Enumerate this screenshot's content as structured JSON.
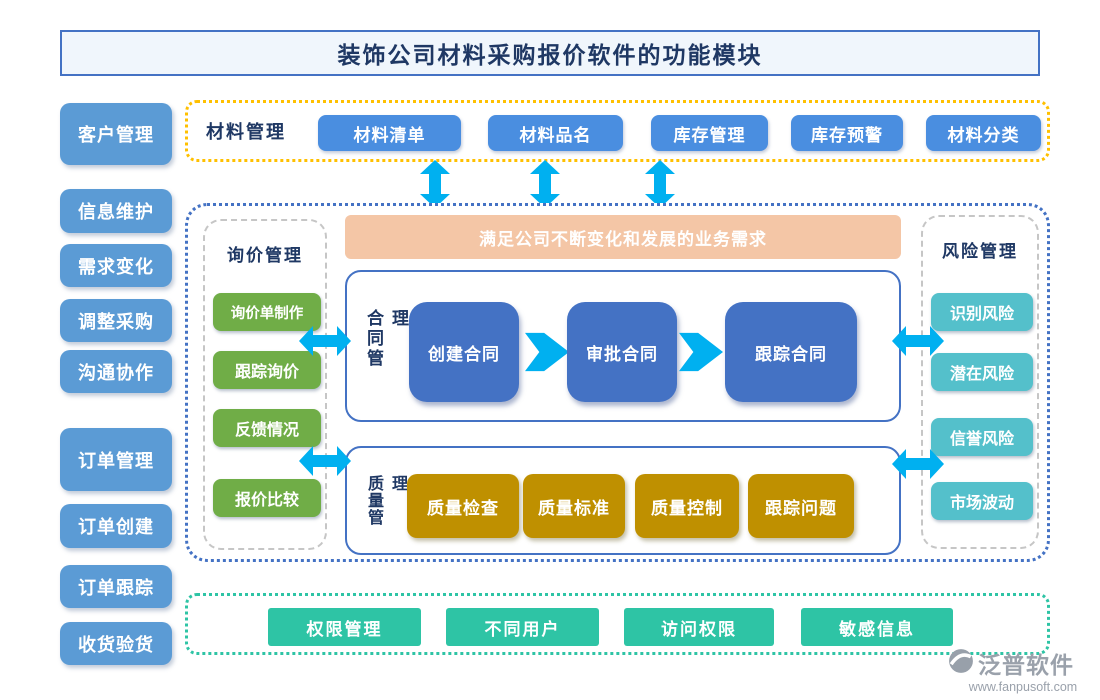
{
  "title": "装饰公司材料采购报价软件的功能模块",
  "sidebar": {
    "items": [
      "客户管理",
      "信息维护",
      "需求变化",
      "调整采购",
      "沟通协作",
      "订单管理",
      "订单创建",
      "订单跟踪",
      "收货验货"
    ]
  },
  "material_section": {
    "label": "材料管理",
    "buttons": [
      "材料清单",
      "材料品名",
      "库存管理",
      "库存预警",
      "材料分类"
    ]
  },
  "core_section": {
    "banner": "满足公司不断变化和发展的业务需求",
    "inquiry": {
      "label": "询价管理",
      "buttons": [
        "询价单制作",
        "跟踪询价",
        "反馈情况",
        "报价比较"
      ]
    },
    "contract": {
      "label": "合同管理",
      "steps": [
        "创建合同",
        "审批合同",
        "跟踪合同"
      ]
    },
    "quality": {
      "label": "质量管理",
      "buttons": [
        "质量检查",
        "质量标准",
        "质量控制",
        "跟踪问题"
      ]
    },
    "risk": {
      "label": "风险管理",
      "buttons": [
        "识别风险",
        "潜在风险",
        "信誉风险",
        "市场波动"
      ]
    }
  },
  "permission_section": {
    "buttons": [
      "权限管理",
      "不同用户",
      "访问权限",
      "敏感信息"
    ]
  },
  "footer": {
    "brand": "泛普软件",
    "url": "www.fanpusoft.com"
  },
  "colors": {
    "accent_blue": "#4472C4",
    "sidebar_blue": "#5B9BD5",
    "bright_blue": "#4A8EE0",
    "green": "#70AD47",
    "gold": "#BF9000",
    "teal": "#54C0CB",
    "mint": "#2EC4A5",
    "salmon": "#F4C6A6",
    "arrow_cyan": "#00B0F0",
    "dotted_yellow": "#FFC000",
    "navy_text": "#1F3864"
  }
}
